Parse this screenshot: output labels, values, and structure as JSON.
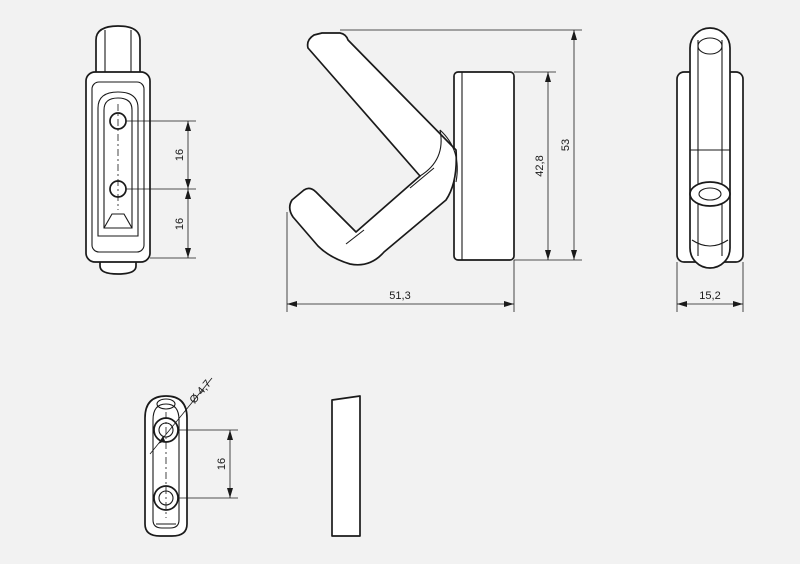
{
  "dimensions": {
    "front_hole_spacing_upper": "16",
    "front_hole_spacing_lower": "16",
    "side_height_inner": "42,8",
    "side_height_total": "53",
    "side_width": "51,3",
    "right_width": "15,2",
    "bottom_hole_diameter": "Ø 4,7",
    "bottom_hole_spacing": "16"
  },
  "colors": {
    "background": "#f2f2f2",
    "line": "#1a1a1a",
    "part_fill": "#ffffff"
  }
}
